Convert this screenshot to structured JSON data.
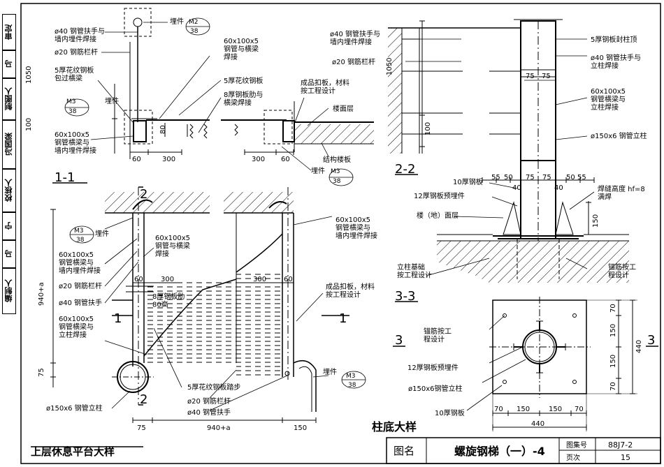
{
  "sidebar": {
    "labels": [
      "审定",
      "马",
      "制图人",
      "冯国梁",
      "校核人",
      "宁",
      "马",
      "编制人"
    ]
  },
  "title_block": {
    "label": "图名",
    "title": "螺旋钢梯（一）-4",
    "atlas_label": "图集号",
    "atlas_no": "88J7-2",
    "page_label": "页次",
    "page_no": "15"
  },
  "section11": {
    "title": "1-1",
    "label_pipe_anchor": "ø40 钢管扶手与\n墙内埋件焊接",
    "label_rebar": "ø20 钢筋栏杆",
    "label_chequer_wrap": "5厚花纹钢板\n包过横梁",
    "label_beam_anchor": "60x100x5\n钢管横梁与\n墙内埋件焊接",
    "embed_m2_prefix": "埋件",
    "embed_m2": "M2",
    "embed_m2_sheet": "38",
    "embed_m3_prefix": "埋件",
    "embed_m3": "M3",
    "embed_m3_sheet": "38",
    "dim_1050": "1050",
    "dim_100": "100",
    "dim_80": "80",
    "dim_60": "60",
    "dim_300": "300",
    "label_tube_beam": "60x100x5\n钢管与横梁\n焊接",
    "label_chequer": "5厚花纹钢板",
    "label_rib": "8厚钢板肋与\n横梁焊接",
    "label_cover": "成品扣板，材料\n按工程设计",
    "label_floor": "楼面层",
    "label_slab": "结构楼板",
    "dim_300b": "300",
    "dim_60b": "60",
    "embed_m3b_prefix": "埋件",
    "embed_m3b": "M3",
    "embed_m3b_sheet": "38"
  },
  "section22": {
    "title": "2-2",
    "dim_1050": "1050",
    "dim_100": "100",
    "dim_75a": "75",
    "dim_75b": "75",
    "label_pipe": "ø40 钢管扶手与\n墙内埋件焊接",
    "label_rebar": "ø20 钢筋栏杆",
    "label_cap": "5厚钢板封柱顶",
    "label_pipe_col": "ø40 钢管扶手与\n立柱焊接",
    "label_beam_col": "60x100x5\n钢管横梁与\n立柱焊接",
    "label_column": "ø150x6 钢管立柱"
  },
  "section33": {
    "title": "3-3",
    "dims_top": [
      "55",
      "50",
      "75",
      "75",
      "50",
      "55"
    ],
    "dim_40a": "40",
    "dim_40b": "40",
    "dim_150": "150",
    "label_plate10": "10厚钢板",
    "label_plate12": "12厚钢板预埋件",
    "label_floor": "楼（地）面层",
    "label_weld": "焊缝高度 hf=8\n满焊",
    "label_found": "立柱基础\n按工程设计",
    "label_anchor": "锚筋按工\n程设计"
  },
  "base": {
    "title": "柱底大样",
    "section_mark": "3",
    "label_anchor": "锚筋按工\n程设计",
    "label_plate12": "12厚钢板预埋件",
    "label_column": "ø150x6钢管立柱",
    "label_plate10": "10厚钢板",
    "dims_right": [
      "70",
      "150",
      "150",
      "70"
    ],
    "dim_total_v": "440",
    "dims_bottom": [
      "70",
      "150",
      "150",
      "70"
    ],
    "dim_total_h": "440"
  },
  "platform": {
    "title": "上层休息平台大样",
    "mark_1": "1",
    "mark_2": "2",
    "embed_prefix": "埋件",
    "embed_m3": "M3",
    "embed_m3_sheet": "38",
    "label_beam_anchor": "60x100x5\n钢管横梁与\n墙内埋件焊接",
    "label_rebar": "ø20 钢筋栏杆",
    "label_pipe": "ø40 钢管扶手",
    "label_beam_col": "60x100x5\n钢管横梁与\n立柱焊接",
    "label_tube_beam": "60x100x5\n钢管与横梁\n焊接",
    "dim_60": "60",
    "dim_300": "300",
    "label_rib": "8厚钢板肋\n80高",
    "dim_940a": "940+a",
    "dim_75": "75",
    "label_column": "ø150x6 钢管立柱",
    "label_tread": "5厚花纹钢板踏步",
    "label_rebar2": "ø20 钢筋栏杆",
    "label_pipe2": "ø40 钢管扶手",
    "label_beam_anchor2": "60x100x5\n钢管横梁与\n墙内埋件焊接",
    "dim_300b": "300",
    "dim_60b": "60",
    "label_cover": "成品扣板，材料\n按工程设计",
    "embed2_prefix": "埋件",
    "embed2_m3": "M3",
    "embed2_m3_sheet": "38",
    "dims_bottom": [
      "75",
      "940+a",
      "150"
    ]
  }
}
